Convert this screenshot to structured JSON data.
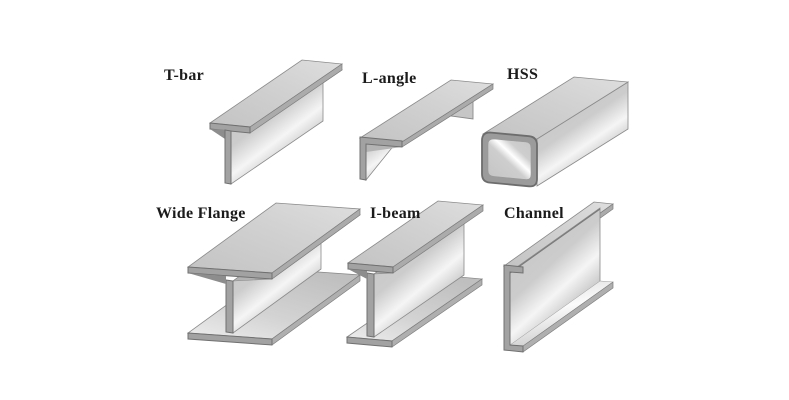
{
  "diagram": {
    "description": "Structural steel shape types",
    "shapes": [
      {
        "id": "t-bar",
        "label": "T-bar"
      },
      {
        "id": "l-angle",
        "label": "L-angle"
      },
      {
        "id": "hss",
        "label": "HSS"
      },
      {
        "id": "wide-flange",
        "label": "Wide Flange"
      },
      {
        "id": "i-beam",
        "label": "I-beam"
      },
      {
        "id": "channel",
        "label": "Channel"
      }
    ],
    "colors": {
      "background": "#ffffff",
      "steel_face": "#cccccc",
      "steel_highlight": "#f5f5f5",
      "steel_top": "#d6d6d6",
      "cut_face": "#a2a2a2",
      "outline": "#707070",
      "label_text": "#1b1b1b"
    }
  }
}
